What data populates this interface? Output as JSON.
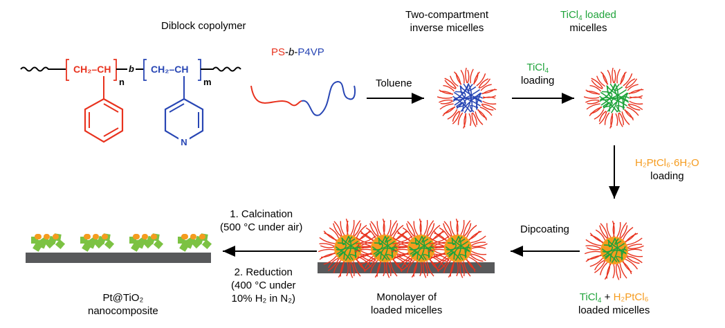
{
  "title": "Diblock copolymer",
  "copolymer": {
    "ps_unit": "CH₂–CH",
    "p4vp_unit": "CH₂–CH",
    "block_marker": "b",
    "n": "n",
    "m": "m",
    "pyridine_n": "N",
    "name_ps": "PS",
    "name_sep1": "-",
    "name_b": "b",
    "name_sep2": "-",
    "name_p4vp": "P4VP"
  },
  "steps": {
    "toluene": "Toluene",
    "two_compartment_1": "Two-compartment",
    "two_compartment_2": "inverse micelles",
    "ticl4_loading_species": "TiCl",
    "ticl4_sub": "4",
    "ticl4_loading_word": "loading",
    "ticl4_loaded_species": "TiCl",
    "ticl4_loaded_sub": "4",
    "ticl4_loaded_word": " loaded",
    "ticl4_loaded_line2": "micelles",
    "h2ptcl6_loading_species": "H₂PtCl₆·6H₂O",
    "h2ptcl6_loading_word": "loading",
    "dipcoating": "Dipcoating",
    "final_ti": "TiCl",
    "final_ti_sub": "4",
    "final_plus": " + ",
    "final_pt": "H₂PtCl₆",
    "final_line2": "loaded micelles",
    "monolayer_1": "Monolayer of",
    "monolayer_2": "loaded micelles",
    "calc_1": "1. Calcination",
    "calc_2": "(500 °C under air)",
    "red_1": "2. Reduction",
    "red_2": "(400 °C under",
    "red_3": "10% H₂ in N₂)",
    "product_1": "Pt@TiO₂",
    "product_2": "nanocomposite"
  },
  "colors": {
    "ps": "#e8321e",
    "p4vp": "#2846b4",
    "ticl4": "#1fa33a",
    "pt_precursor": "#f59b1e",
    "substrate": "#58595b",
    "tio2_particle": "#7cc243"
  }
}
